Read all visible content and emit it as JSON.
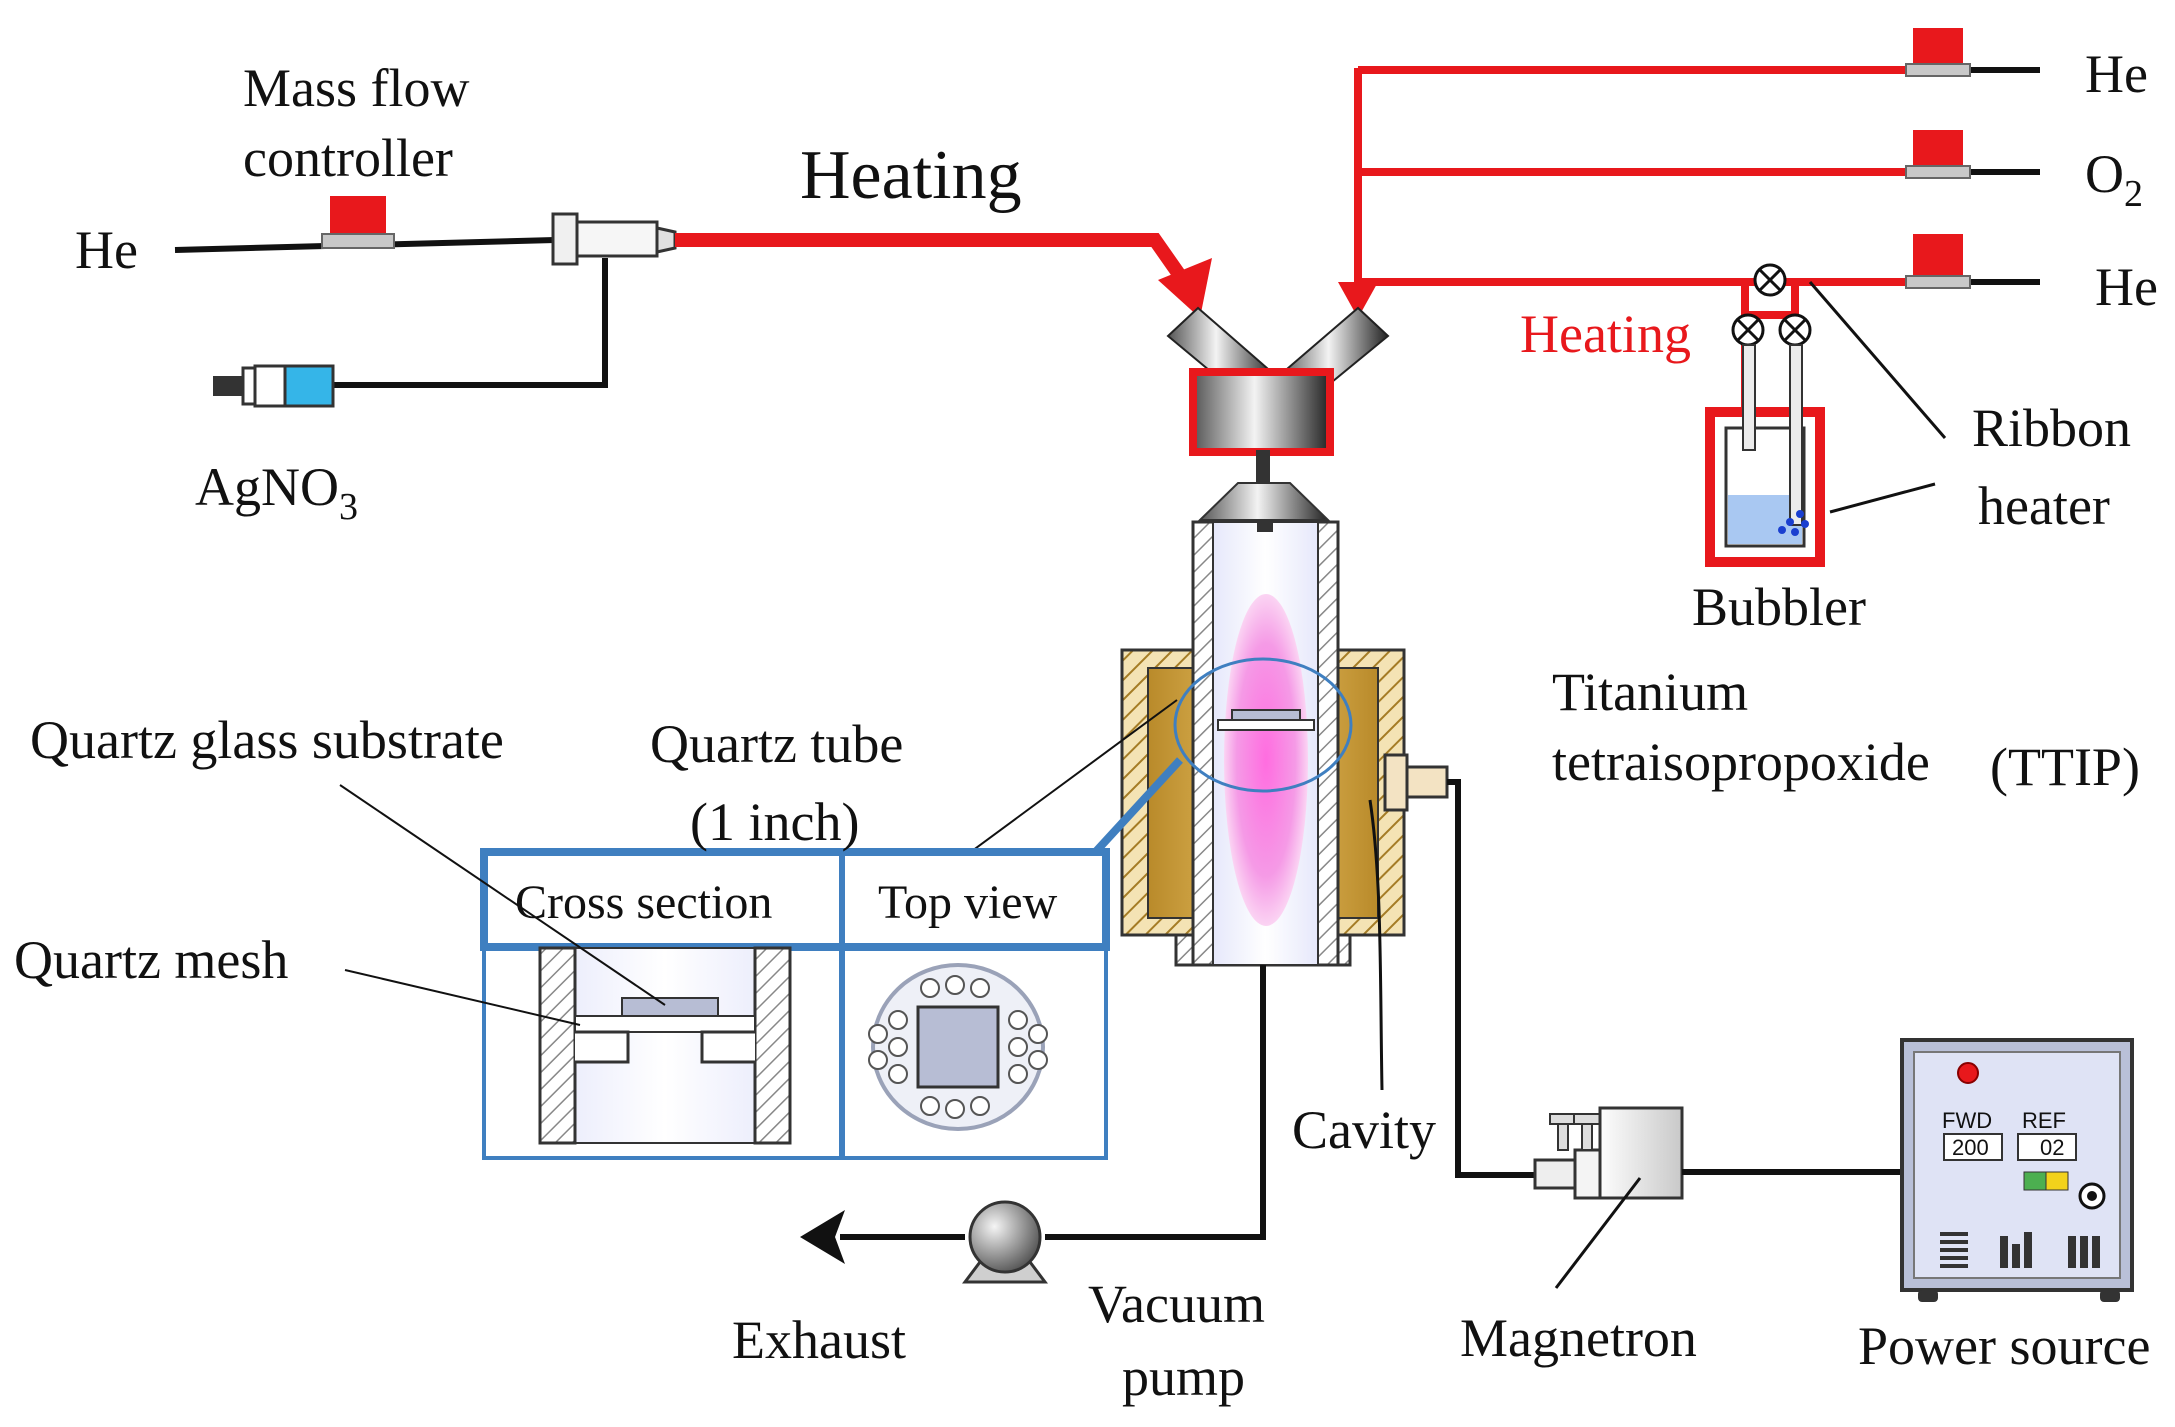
{
  "labels": {
    "mass_flow_line1": "Mass flow",
    "mass_flow_line2": "controller",
    "he_left": "He",
    "heating_top": "Heating",
    "agno3_main": "AgNO",
    "agno3_sub": "3",
    "he_top_right": "He",
    "o2_main": "O",
    "o2_sub": "2",
    "he_mid_right": "He",
    "heating_right": "Heating",
    "ribbon_line1": "Ribbon",
    "ribbon_line2": "heater",
    "bubbler": "Bubbler",
    "titanium_line1": "Titanium",
    "titanium_line2": "tetraisopropoxide",
    "ttip": "(TTIP)",
    "quartz_glass_substrate": "Quartz glass substrate",
    "quartz_tube_line1": "Quartz tube",
    "quartz_tube_line2": "(1 inch)",
    "quartz_mesh": "Quartz mesh",
    "cross_section": "Cross section",
    "top_view": "Top view",
    "cavity": "Cavity",
    "exhaust": "Exhaust",
    "vacuum_line1": "Vacuum",
    "vacuum_line2": "pump",
    "magnetron": "Magnetron",
    "power_source": "Power source",
    "fwd": "FWD",
    "ref": "REF",
    "fwd_display": "200",
    "ref_display": "02"
  },
  "colors": {
    "gas_line": "#e8181c",
    "line": "#111111",
    "frame_blue": "#3f7fc0",
    "plasma": "#f07ad8",
    "liquid": "#a9c8f2",
    "syringe": "#35b5e8",
    "heater_gold": "#d6a843",
    "panel": "#dfe3f5"
  }
}
